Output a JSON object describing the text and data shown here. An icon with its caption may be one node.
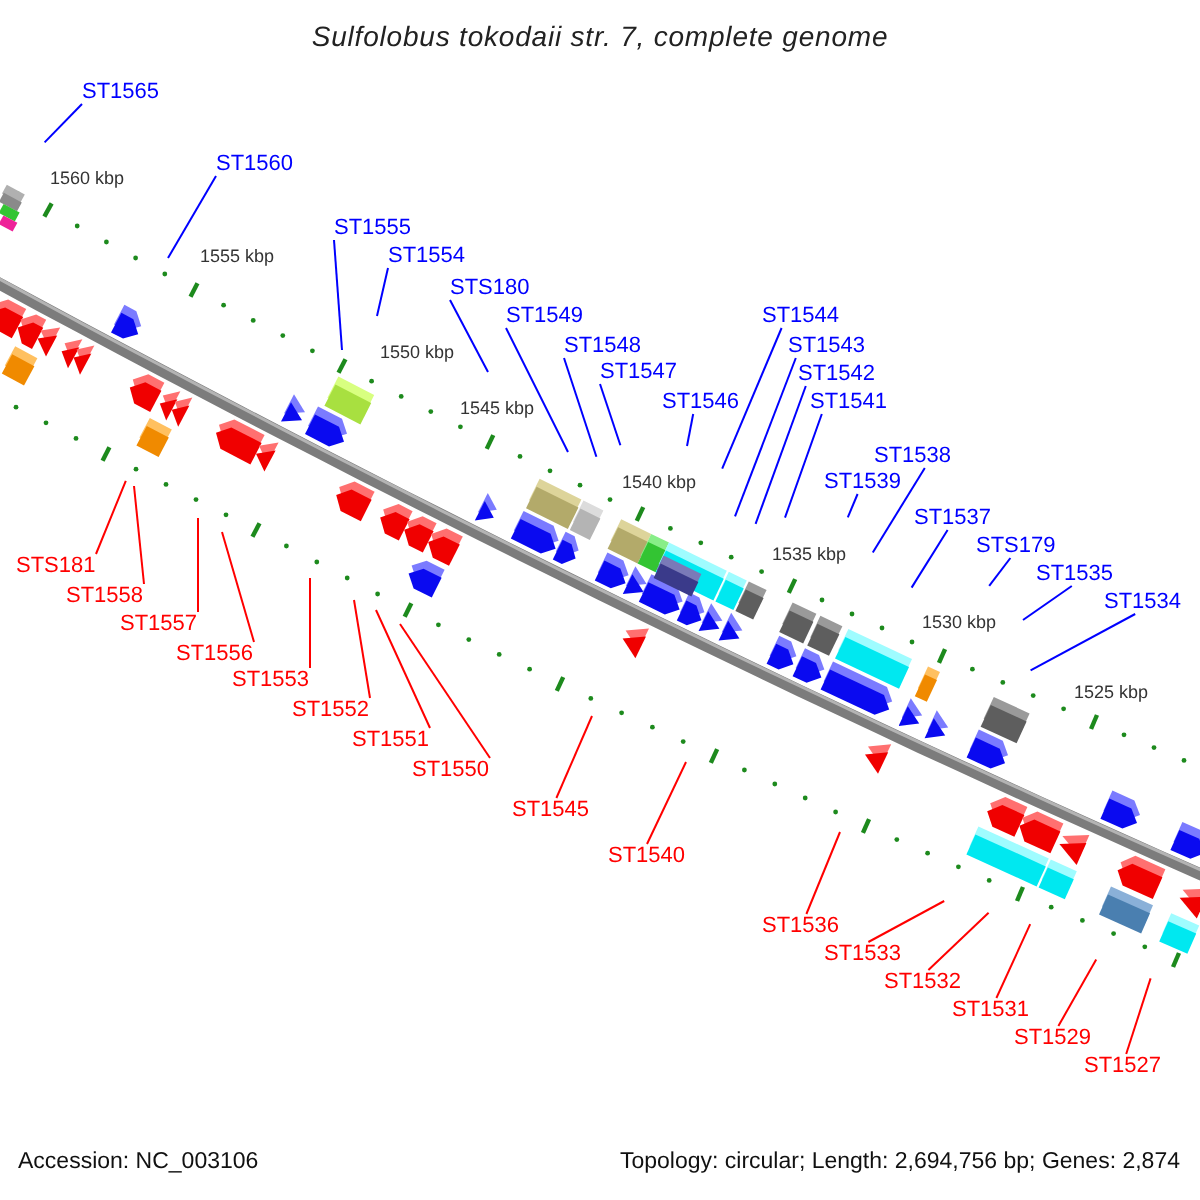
{
  "diagram": {
    "title": "Sulfolobus tokodaii str. 7, complete genome",
    "nodes": [
      {
        "text": [
          "ST1565"
        ]
      },
      {
        "text": [
          "ST1560"
        ]
      },
      {
        "text": [
          "ST1555"
        ]
      },
      {
        "text": [
          "ST1554"
        ]
      },
      {
        "text": [
          "STS180"
        ]
      },
      {
        "text": [
          "ST1549"
        ]
      },
      {
        "text": [
          "ST1548"
        ]
      },
      {
        "text": [
          "ST1547"
        ]
      },
      {
        "text": [
          "ST1546"
        ]
      },
      {
        "text": [
          "ST1544"
        ]
      },
      {
        "text": [
          "ST1543"
        ]
      },
      {
        "text": [
          "ST1542"
        ]
      },
      {
        "text": [
          "ST1541"
        ]
      },
      {
        "text": [
          "ST1538"
        ]
      },
      {
        "text": [
          "ST1539"
        ]
      },
      {
        "text": [
          "ST1537"
        ]
      },
      {
        "text": [
          "STS179"
        ]
      },
      {
        "text": [
          "ST1535"
        ]
      },
      {
        "text": [
          "ST1534"
        ]
      },
      {
        "text": [
          "STS181"
        ]
      },
      {
        "text": [
          "ST1558"
        ]
      },
      {
        "text": [
          "ST1557"
        ]
      },
      {
        "text": [
          "ST1556"
        ]
      },
      {
        "text": [
          "ST1553"
        ]
      },
      {
        "text": [
          "ST1552"
        ]
      },
      {
        "text": [
          "ST1551"
        ]
      },
      {
        "text": [
          "ST1550"
        ]
      },
      {
        "text": [
          "ST1545"
        ]
      },
      {
        "text": [
          "ST1540"
        ]
      },
      {
        "text": [
          "ST1536"
        ]
      },
      {
        "text": [
          "ST1533"
        ]
      },
      {
        "text": [
          "ST1532"
        ]
      },
      {
        "text": [
          "ST1531"
        ]
      },
      {
        "text": [
          "ST1529"
        ]
      },
      {
        "text": [
          "ST1527"
        ]
      }
    ],
    "edges": [
      {
        "from": 0,
        "to": null,
        "arrow": "none"
      },
      {
        "from": 1,
        "to": null,
        "arrow": "none"
      },
      {
        "from": 2,
        "to": null,
        "arrow": "none"
      },
      {
        "from": 3,
        "to": null,
        "arrow": "none"
      },
      {
        "from": 4,
        "to": null,
        "arrow": "none"
      },
      {
        "from": 5,
        "to": null,
        "arrow": "none"
      },
      {
        "from": 6,
        "to": null,
        "arrow": "none"
      },
      {
        "from": 7,
        "to": null,
        "arrow": "none"
      },
      {
        "from": 8,
        "to": null,
        "arrow": "none"
      },
      {
        "from": 9,
        "to": null,
        "arrow": "none"
      },
      {
        "from": 10,
        "to": null,
        "arrow": "none"
      },
      {
        "from": 11,
        "to": null,
        "arrow": "none"
      },
      {
        "from": 12,
        "to": null,
        "arrow": "none"
      },
      {
        "from": 13,
        "to": null,
        "arrow": "none"
      },
      {
        "from": 14,
        "to": null,
        "arrow": "none"
      },
      {
        "from": 15,
        "to": null,
        "arrow": "none"
      },
      {
        "from": 16,
        "to": null,
        "arrow": "none"
      },
      {
        "from": 17,
        "to": null,
        "arrow": "none"
      },
      {
        "from": 18,
        "to": null,
        "arrow": "none"
      },
      {
        "from": 19,
        "to": null,
        "arrow": "none",
        "color": "#ff0000"
      },
      {
        "from": 20,
        "to": null,
        "arrow": "none",
        "color": "#ff0000"
      },
      {
        "from": 21,
        "to": null,
        "arrow": "none",
        "color": "#ff0000"
      },
      {
        "from": 22,
        "to": null,
        "arrow": "none",
        "color": "#ff0000"
      },
      {
        "from": 23,
        "to": null,
        "arrow": "none",
        "color": "#ff0000"
      },
      {
        "from": 24,
        "to": null,
        "arrow": "none",
        "color": "#ff0000"
      },
      {
        "from": 25,
        "to": null,
        "arrow": "none",
        "color": "#ff0000"
      },
      {
        "from": 26,
        "to": null,
        "arrow": "none",
        "color": "#ff0000"
      },
      {
        "from": 27,
        "to": null,
        "arrow": "none",
        "color": "#ff0000"
      },
      {
        "from": 28,
        "to": null,
        "arrow": "none",
        "color": "#ff0000"
      },
      {
        "from": 29,
        "to": null,
        "arrow": "none",
        "color": "#ff0000"
      },
      {
        "from": 30,
        "to": null,
        "arrow": "none",
        "color": "#ff0000"
      },
      {
        "from": 31,
        "to": null,
        "arrow": "none",
        "color": "#ff0000"
      },
      {
        "from": 32,
        "to": null,
        "arrow": "none",
        "color": "#ff0000"
      },
      {
        "from": 33,
        "to": null,
        "arrow": "none",
        "color": "#ff0000"
      },
      {
        "from": 34,
        "to": null,
        "arrow": "none",
        "color": "#ff0000"
      }
    ],
    "labels": [
      "1560 kbp",
      "1555 kbp",
      "1550 kbp",
      "1545 kbp",
      "1540 kbp",
      "1535 kbp",
      "1530 kbp",
      "1525 kbp",
      "Accession: NC_003106",
      "Topology: circular; Length: 2,694,756 bp; Genes: 2,874"
    ]
  }
}
